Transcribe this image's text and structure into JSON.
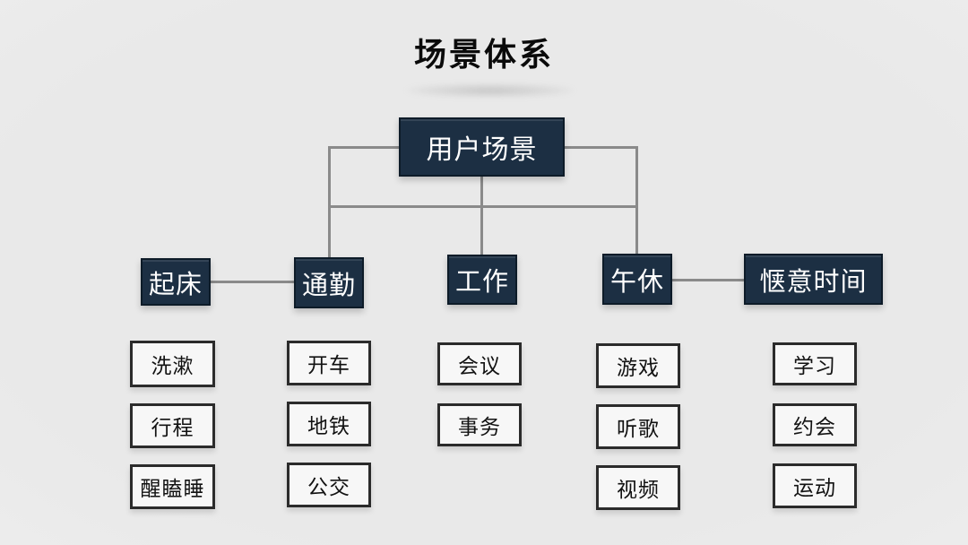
{
  "title": "场景体系",
  "root": {
    "label": "用户场景"
  },
  "branches": [
    {
      "label": "起床",
      "children": [
        "洗漱",
        "行程",
        "醒瞌睡"
      ]
    },
    {
      "label": "通勤",
      "children": [
        "开车",
        "地铁",
        "公交"
      ]
    },
    {
      "label": "工作",
      "children": [
        "会议",
        "事务"
      ]
    },
    {
      "label": "午休",
      "children": [
        "游戏",
        "听歌",
        "视频"
      ]
    },
    {
      "label": "惬意时间",
      "children": [
        "学习",
        "约会",
        "运动"
      ]
    }
  ],
  "colors": {
    "background": "#e9e9e9",
    "node_fill": "#1c2f43",
    "node_border": "#0d1b28",
    "node_text": "#ffffff",
    "leaf_fill": "#f7f7f7",
    "leaf_border": "#2b2b2b",
    "leaf_text": "#121212",
    "connector": "#8a8a8a",
    "title_text": "#0a0a0a"
  }
}
